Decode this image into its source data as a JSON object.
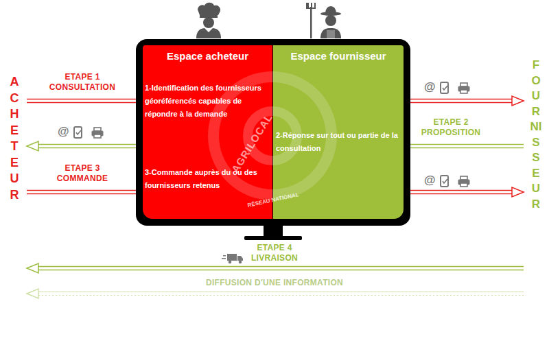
{
  "diagram": {
    "nodes": [
      {
        "text": [
          "Espace acheteur",
          "1-Identification des fournisseurs géoréférencés capables de répondre à la demande",
          "3-Commande auprès du ou des fournisseurs retenus"
        ]
      },
      {
        "text": [
          "Espace fournisseur",
          "2-Réponse sur tout ou partie de la consultation"
        ]
      },
      {
        "text": [
          "ACHETEUR"
        ]
      },
      {
        "text": [
          "FOURNISSEUR"
        ]
      }
    ],
    "edges": [
      {
        "from": 2,
        "to": 3,
        "arrow": "to",
        "label": "ETAPE 1 CONSULTATION"
      },
      {
        "from": 3,
        "to": 2,
        "arrow": "to",
        "label": "ETAPE 2 PROPOSITION"
      },
      {
        "from": 2,
        "to": 3,
        "arrow": "to",
        "label": "ETAPE 3 COMMANDE"
      },
      {
        "from": 3,
        "to": 2,
        "arrow": "to",
        "label": "ETAPE 4 LIVRAISON"
      },
      {
        "from": 3,
        "to": 2,
        "arrow": "to",
        "label": "DIFFUSION D'UNE INFORMATION"
      }
    ],
    "labels": [
      "AGRILOCAL",
      "RÉSEAU NATIONAL",
      "@",
      "@",
      "@"
    ]
  }
}
